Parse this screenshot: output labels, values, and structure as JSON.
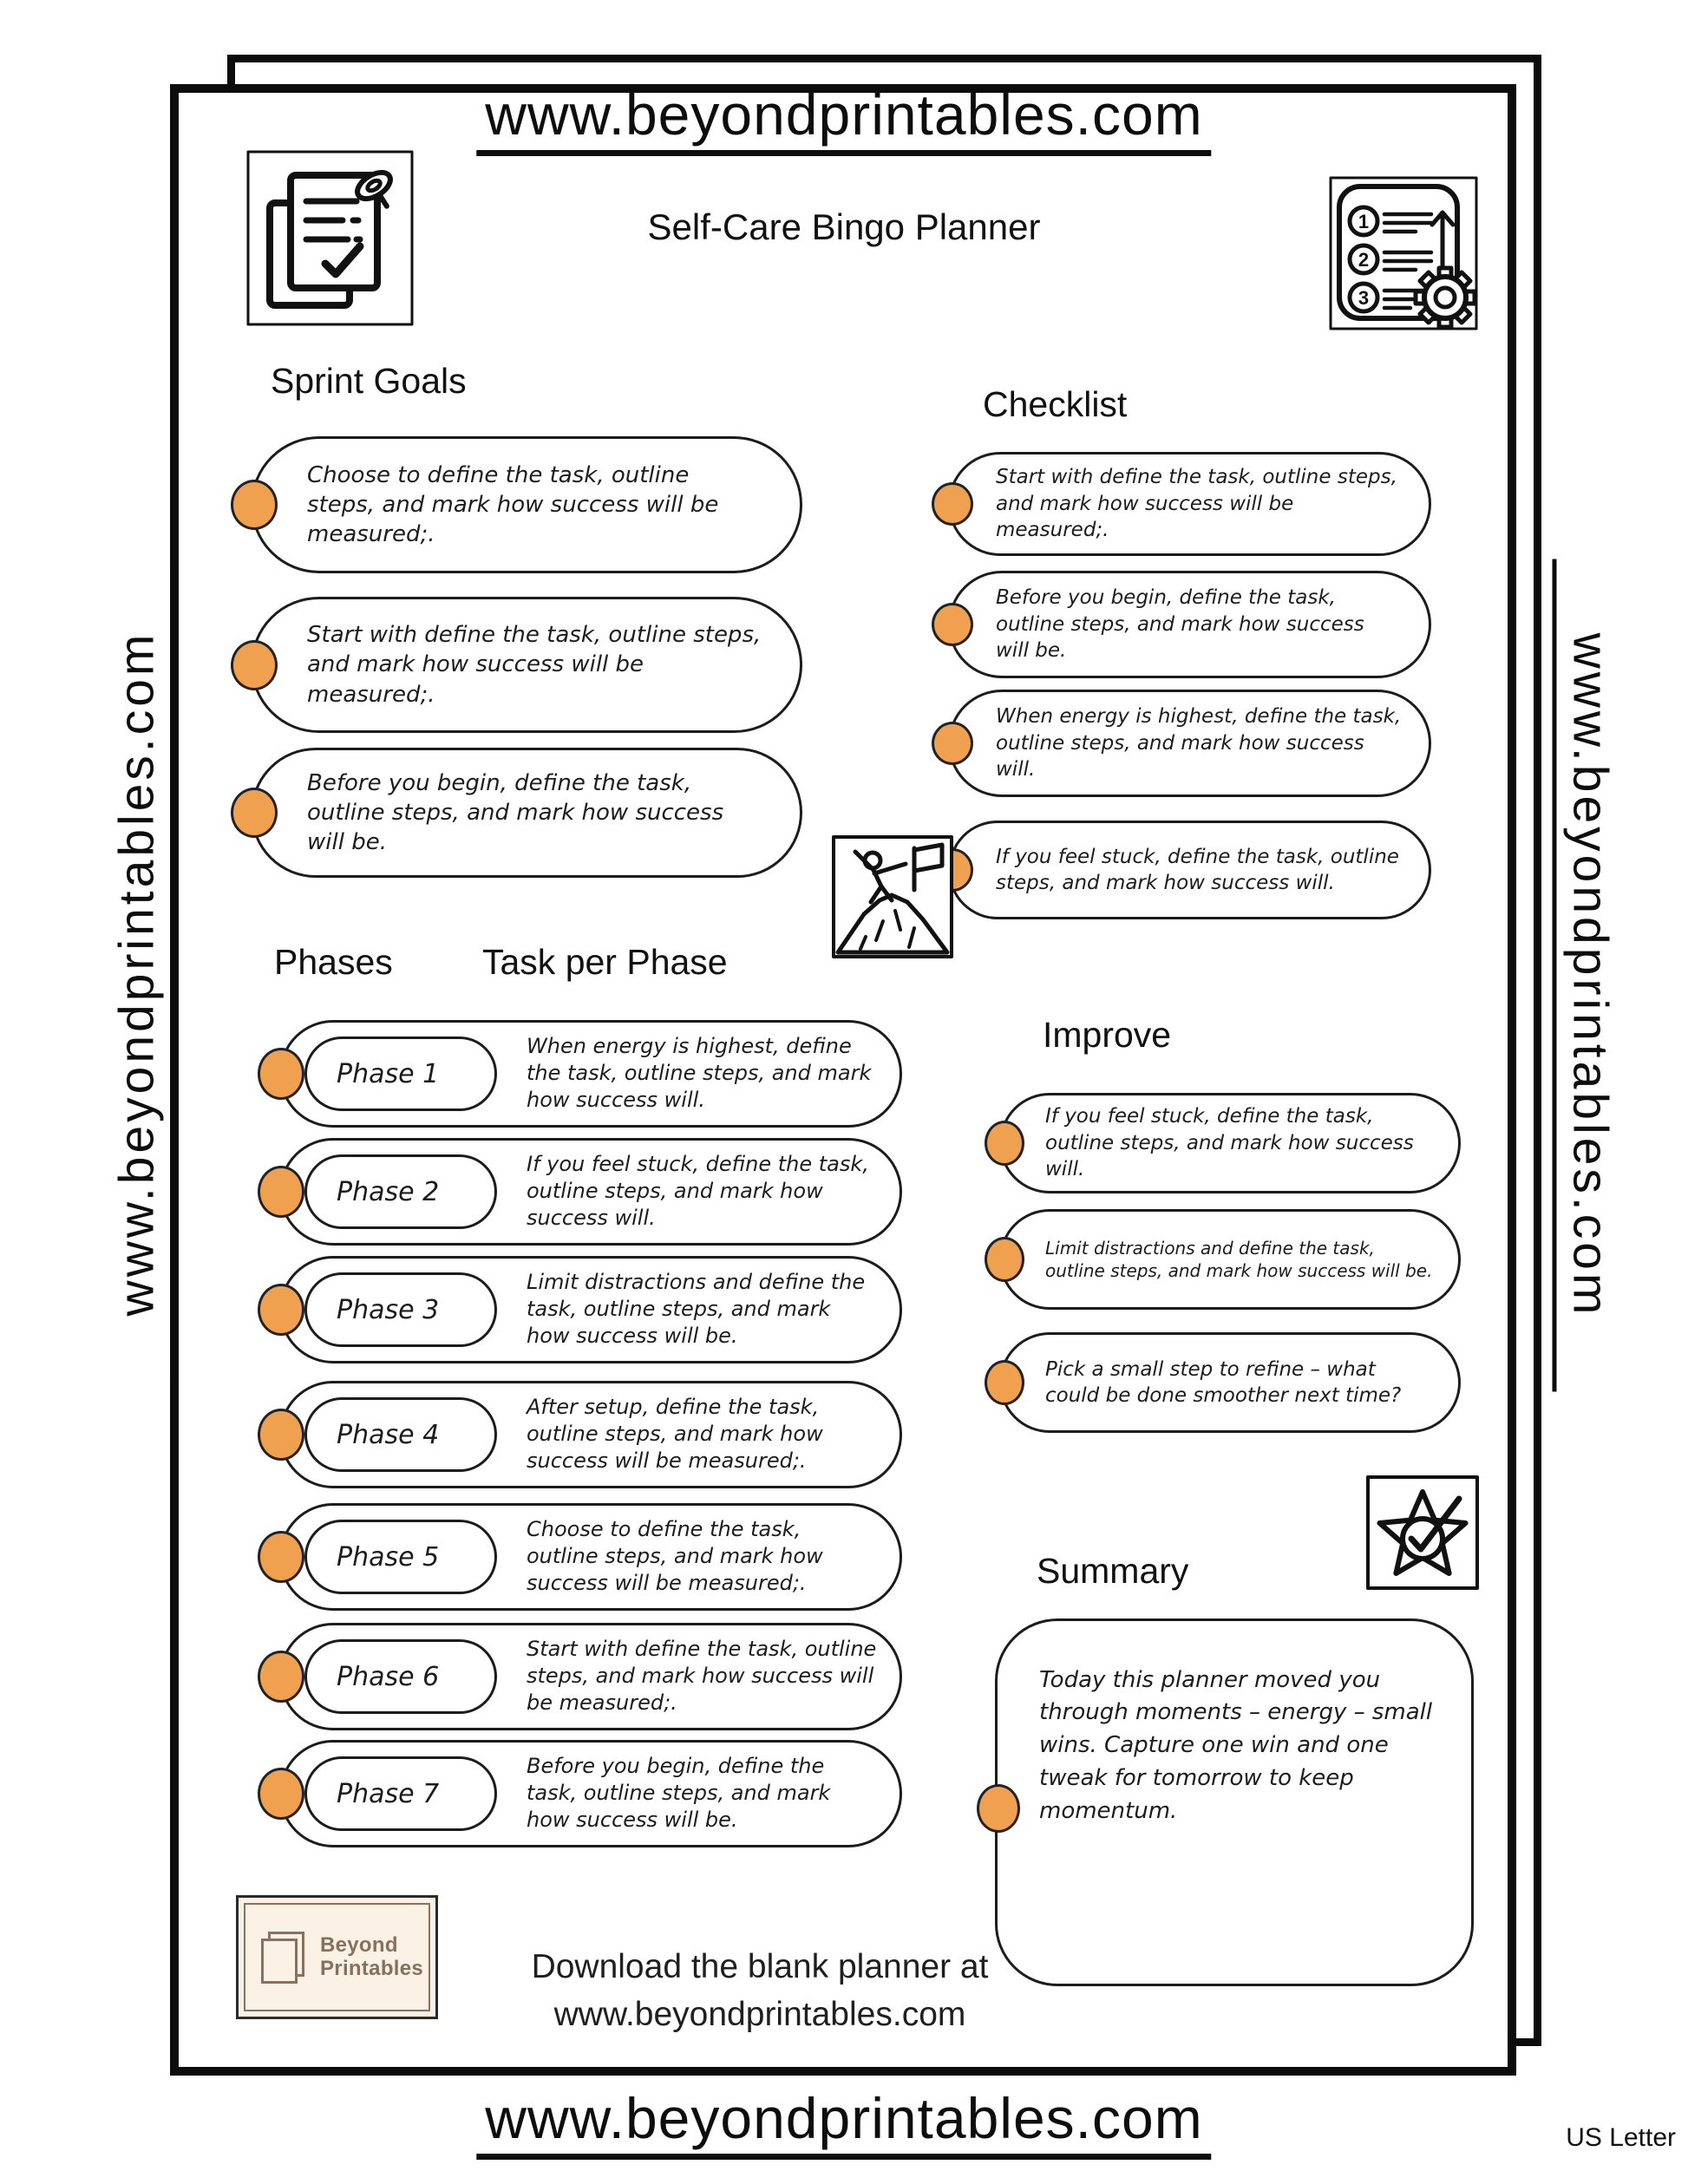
{
  "page": {
    "header_url": "www.beyondprintables.com",
    "footer_url": "www.beyondprintables.com",
    "side_url_left": "www.beyondprintables.com",
    "side_url_right": "www.beyondprintables.com",
    "title": "Self-Care Bingo Planner",
    "paper_size": "US Letter"
  },
  "colors": {
    "accent_orange": "#F0A14F",
    "ink": "#111111",
    "logo_brown": "#8A7060",
    "logo_background": "#FBF1E4"
  },
  "icons": {
    "top_left": "clipboard-checklist-pin",
    "top_right": "numbered-list-gear-arrow",
    "top_right_numbers": [
      "1",
      "2",
      "3"
    ],
    "checklist_side": "mountain-summit-flag",
    "summary": "star-checkmark",
    "logo": "stacked-pages"
  },
  "sections": {
    "sprint_goals": {
      "heading": "Sprint Goals",
      "items": [
        "Choose to define the task, outline steps, and mark how success will be measured;.",
        "Start with define the task, outline steps, and mark how success will be measured;.",
        "Before you begin, define the task, outline steps, and mark how success will be."
      ]
    },
    "checklist": {
      "heading": "Checklist",
      "items": [
        "Start with define the task, outline steps, and mark how success will be measured;.",
        "Before you begin, define the task, outline steps, and mark how success will be.",
        "When energy is highest, define the task, outline steps, and mark how success will.",
        "If you feel stuck, define the task, outline steps, and mark how success will."
      ]
    },
    "phases": {
      "heading_left": "Phases",
      "heading_right": "Task per Phase",
      "rows": [
        {
          "label": "Phase 1",
          "task": "When energy is highest, define the task, outline steps, and mark how success will."
        },
        {
          "label": "Phase 2",
          "task": "If you feel stuck, define the task, outline steps, and mark how success will."
        },
        {
          "label": "Phase 3",
          "task": "Limit distractions and define the task, outline steps, and mark how success will be."
        },
        {
          "label": "Phase 4",
          "task": "After setup, define the task, outline steps, and mark how success will be measured;."
        },
        {
          "label": "Phase 5",
          "task": "Choose to define the task, outline steps, and mark how success will be measured;."
        },
        {
          "label": "Phase 6",
          "task": "Start with define the task, outline steps, and mark how success will be measured;."
        },
        {
          "label": "Phase 7",
          "task": "Before you begin, define the task, outline steps, and mark how success will be."
        }
      ]
    },
    "improve": {
      "heading": "Improve",
      "items": [
        "If you feel stuck, define the task, outline steps, and mark how success will.",
        "Limit distractions and define the task, outline steps, and mark how success will be.",
        "Pick a small step to refine – what could be done smoother next time?"
      ]
    },
    "summary": {
      "heading": "Summary",
      "text": "Today this planner moved you through moments – energy – small wins. Capture one win and one tweak for tomorrow to keep momentum."
    }
  },
  "footer_cta": {
    "line1": "Download the blank planner at",
    "line2": "www.beyondprintables.com"
  },
  "logo": {
    "line1": "Beyond",
    "line2": "Printables"
  }
}
